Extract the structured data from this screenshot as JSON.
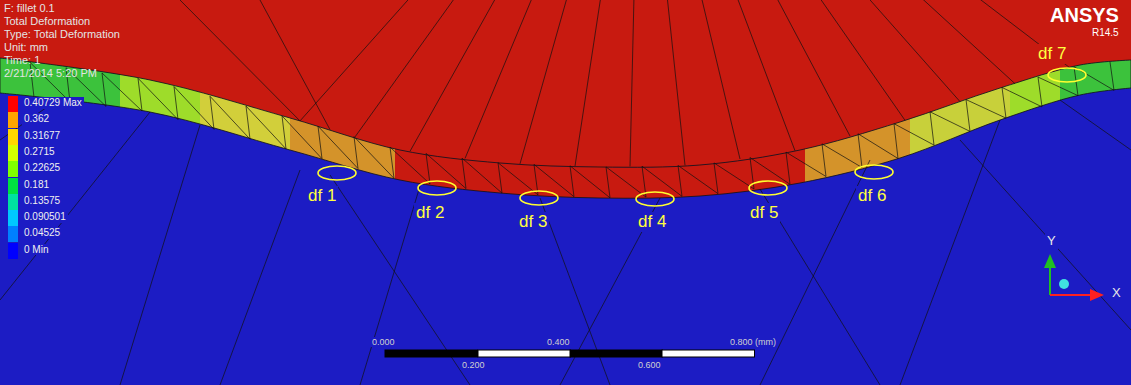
{
  "diagram": {
    "title": "F: fillet 0.1",
    "labels": [
      "Total Deformation",
      "Type: Total Deformation",
      "Unit: mm",
      "Time: 1",
      "2/21/2014 5:20 PM",
      "ANSYS",
      "R14.5",
      "df 1",
      "df 2",
      "df 3",
      "df 4",
      "df 5",
      "df 6",
      "df 7",
      "0.000",
      "0.400",
      "0.800 (mm)",
      "0.200",
      "0.600",
      "Y",
      "X"
    ],
    "legend": [
      {
        "text": "0.40729 Max",
        "color": "#ff0000"
      },
      {
        "text": "0.362",
        "color": "#ffa500"
      },
      {
        "text": "0.31677",
        "color": "#ffd700"
      },
      {
        "text": "0.2715",
        "color": "#d4ff00"
      },
      {
        "text": "0.22625",
        "color": "#80ff00"
      },
      {
        "text": "0.181",
        "color": "#00e040"
      },
      {
        "text": "0.13575",
        "color": "#00e0a0"
      },
      {
        "text": "0.090501",
        "color": "#00c8ff"
      },
      {
        "text": "0.04525",
        "color": "#0080ff"
      },
      {
        "text": "0 Min",
        "color": "#0000ff"
      }
    ]
  }
}
